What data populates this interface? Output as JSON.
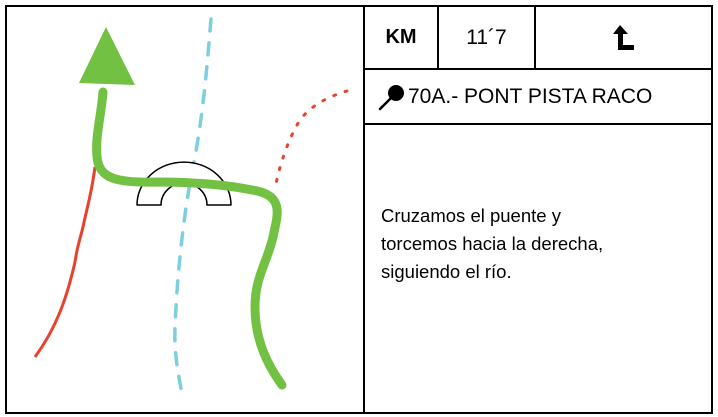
{
  "panel": {
    "km_label": "KM",
    "distance": "11´7",
    "direction_icon": "turn-up-left-arrow-icon",
    "title": "70A.- PONT PISTA RACO",
    "title_icon": "pin-icon",
    "description_lines": [
      "Cruzamos el puente y",
      "torcemos hacia la derecha,",
      "siguiendo el río."
    ]
  },
  "map": {
    "route_icon": "route-arrow-icon",
    "bridge_icon": "bridge-icon",
    "river_icon": "river-dashed-line",
    "trail_icon": "side-trail-red-line",
    "dotted_path_icon": "dotted-path-red"
  },
  "colors": {
    "route": "#72c142",
    "river": "#7ccfe0",
    "trail": "#e8412c",
    "dotted": "#e8412c",
    "border": "#000000"
  }
}
